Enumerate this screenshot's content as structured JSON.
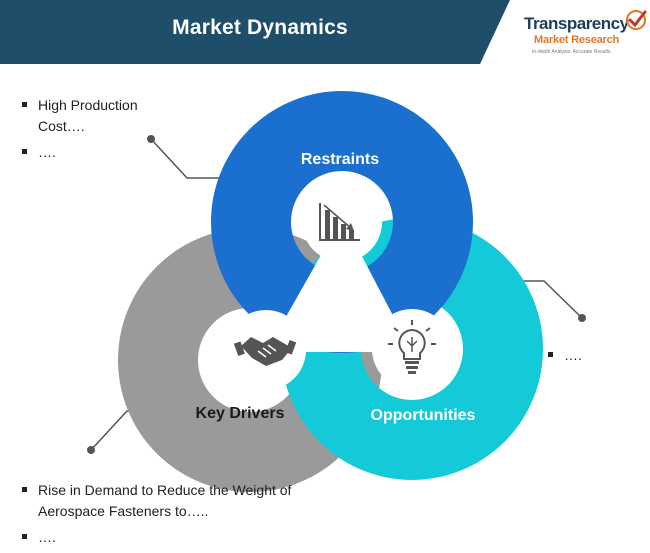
{
  "header": {
    "title": "Market Dynamics",
    "band_color": "#1f4e6b"
  },
  "logo": {
    "name": "Transparency",
    "sub": "Market Research",
    "tagline": "In-depth Analysis. Accurate Results."
  },
  "diagram": {
    "segments": [
      {
        "label": "Restraints",
        "color": "#1a6fcf",
        "icon": "declining-bar-chart-icon"
      },
      {
        "label": "Key Drivers",
        "color": "#9a9a9a",
        "icon": "handshake-icon"
      },
      {
        "label": "Opportunities",
        "color": "#14c9d8",
        "icon": "lightbulb-icon"
      }
    ]
  },
  "restraints_bullets": [
    "High Production Cost….",
    "…."
  ],
  "opportunities_bullets": [
    "…."
  ],
  "drivers_bullets": [
    "Rise in Demand to Reduce the Weight of Aerospace Fasteners to…..",
    "…."
  ]
}
